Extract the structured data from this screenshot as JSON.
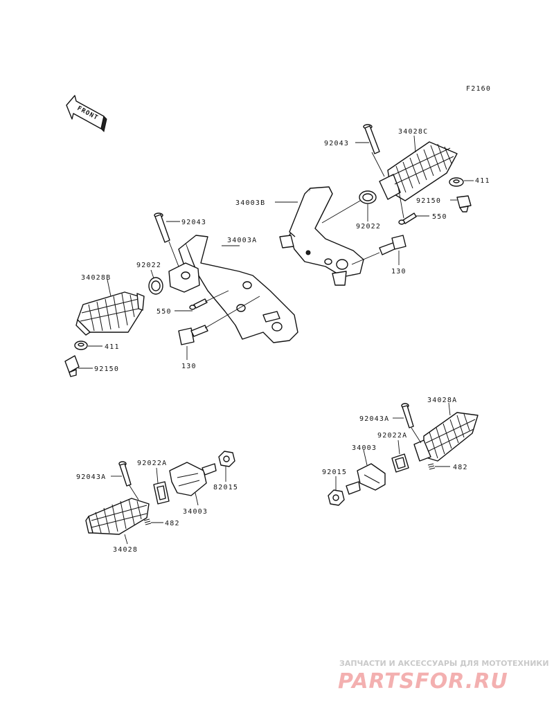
{
  "diagram": {
    "code": "F2160",
    "front_label": "FRONT",
    "labels": {
      "l_92043_top": "92043",
      "l_34028c": "34028C",
      "l_411_right": "411",
      "l_34003b": "34003B",
      "l_92150_right": "92150",
      "l_92022_right": "92022",
      "l_550_right": "550",
      "l_130_right": "130",
      "l_92043_left": "92043",
      "l_34003a": "34003A",
      "l_92022_left": "92022",
      "l_34028b": "34028B",
      "l_550_left": "550",
      "l_411_left": "411",
      "l_92150_left": "92150",
      "l_130_left": "130",
      "l_92043a_right": "92043A",
      "l_34028a": "34028A",
      "l_92022a_right": "92022A",
      "l_34003_right": "34003",
      "l_92015_right": "92015",
      "l_482_right": "482",
      "l_92043a_left": "92043A",
      "l_92022a_left": "92022A",
      "l_82015": "82015",
      "l_34003_left": "34003",
      "l_482_left": "482",
      "l_34028": "34028"
    }
  },
  "watermark": {
    "caption": "ЗАПЧАСТИ И АКСЕССУАРЫ ДЛЯ МОТОТЕХНИКИ",
    "logo": "PARTSFOR.RU"
  }
}
